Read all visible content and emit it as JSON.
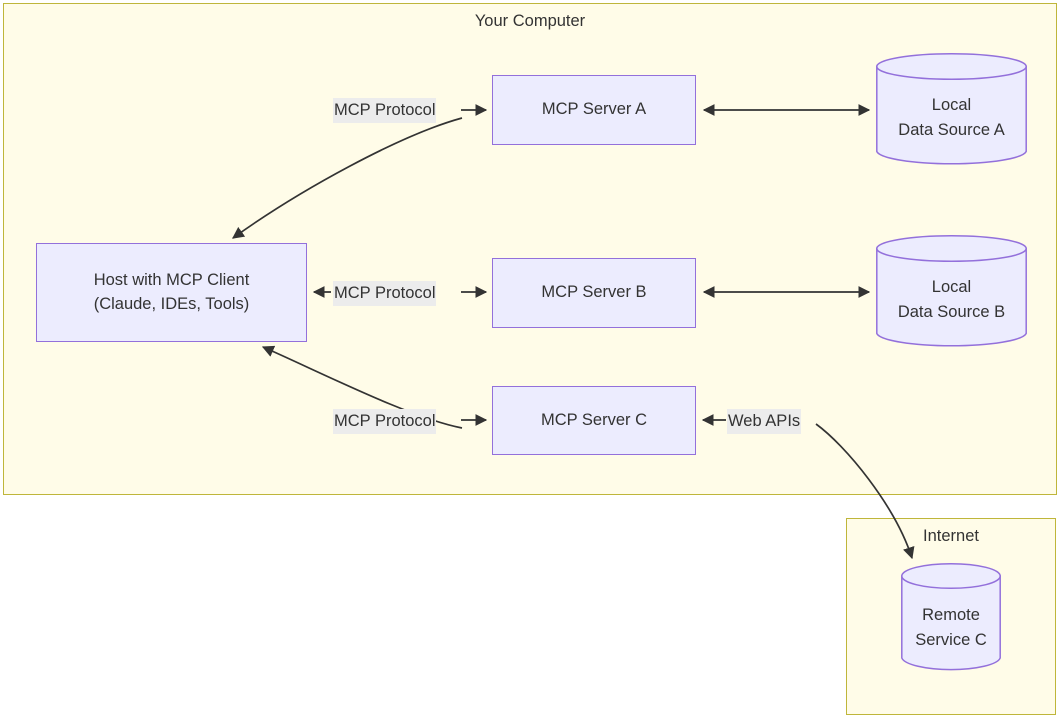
{
  "diagram": {
    "title_visible": false,
    "groups": [
      {
        "id": "your-computer",
        "label": "Your Computer"
      },
      {
        "id": "internet",
        "label": "Internet"
      }
    ],
    "nodes": {
      "host": {
        "line1": "Host with MCP Client",
        "line2": "(Claude, IDEs, Tools)"
      },
      "server_a": {
        "label": "MCP Server A"
      },
      "server_b": {
        "label": "MCP Server B"
      },
      "server_c": {
        "label": "MCP Server C"
      },
      "datasource_a": {
        "line1": "Local",
        "line2": "Data Source A"
      },
      "datasource_b": {
        "line1": "Local",
        "line2": "Data Source B"
      },
      "remote_c": {
        "line1": "Remote",
        "line2": "Service C"
      }
    },
    "edge_labels": {
      "host_to_server_a": "MCP Protocol",
      "host_to_server_b": "MCP Protocol",
      "host_to_server_c": "MCP Protocol",
      "server_c_to_remote": "Web APIs"
    },
    "colors": {
      "group_fill": "#fffce8",
      "group_stroke": "#bfb63a",
      "node_fill": "#ececfe",
      "node_stroke": "#9370db",
      "edge_stroke": "#333333",
      "edge_label_bg": "#ececec",
      "text": "#333333"
    }
  }
}
